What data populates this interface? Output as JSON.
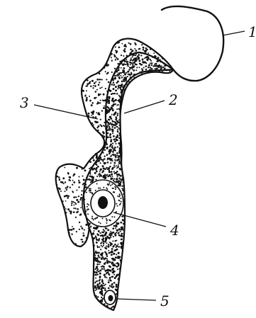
{
  "labels": {
    "flagellum": "1",
    "cytoplasm": "2",
    "undulating_membrane": "3",
    "nucleus": "4",
    "kinetoplast": "5"
  },
  "colors": {
    "ink": "#111111",
    "background": "#ffffff"
  }
}
